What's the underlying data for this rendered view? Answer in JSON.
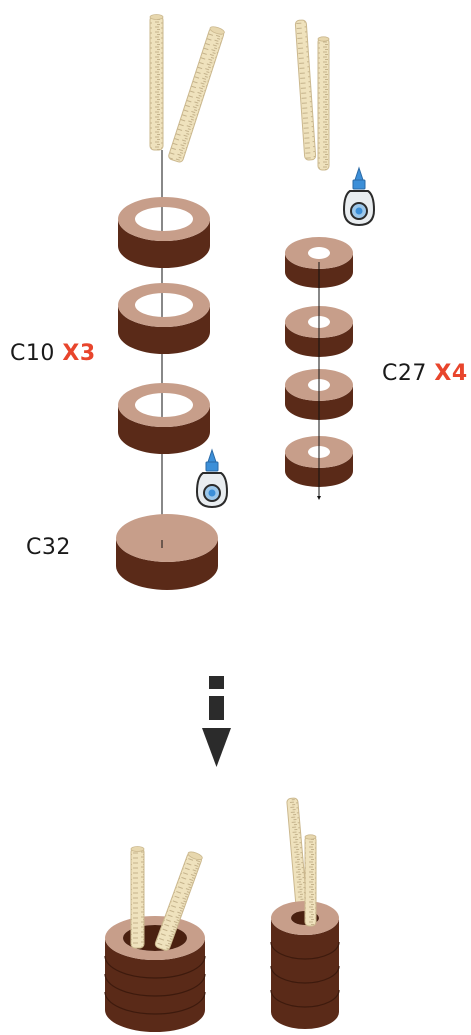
{
  "parts": {
    "large_ring": {
      "code": "C10",
      "multiplier": "X3",
      "count": 3
    },
    "small_ring": {
      "code": "C27",
      "multiplier": "X4",
      "count": 4
    },
    "base_disc": {
      "code": "C32"
    }
  },
  "icons": {
    "glue": "glue-bottle-icon",
    "arrow": "arrow-down-icon",
    "dowel": "dowel-stick-icon"
  },
  "colors": {
    "wood_top": "#c79e8a",
    "wood_side": "#5a2a18",
    "dowel": "#efe2bd",
    "accent": "#e8452c",
    "glue_blue": "#3c8fd8",
    "arrow": "#2b2b2b"
  }
}
